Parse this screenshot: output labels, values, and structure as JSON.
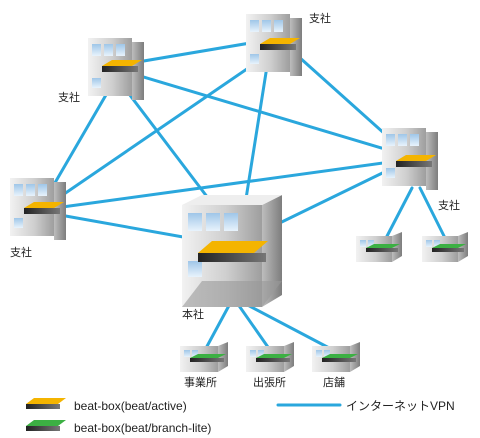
{
  "colors": {
    "vpn_line": "#2aa7dd",
    "active_device": "#f4b400",
    "branch_lite_device": "#3cb043",
    "building_body": "#d9d9d9"
  },
  "nodes": {
    "hq": "本社",
    "branch_top_left": "支社",
    "branch_top_center": "支社",
    "branch_right": "支社",
    "branch_left": "支社",
    "office": "事業所",
    "sub_office": "出張所",
    "store": "店舗"
  },
  "legend": {
    "active": "beat-box(beat/active)",
    "branch_lite": "beat-box(beat/branch-lite)",
    "vpn": "インターネットVPN"
  }
}
